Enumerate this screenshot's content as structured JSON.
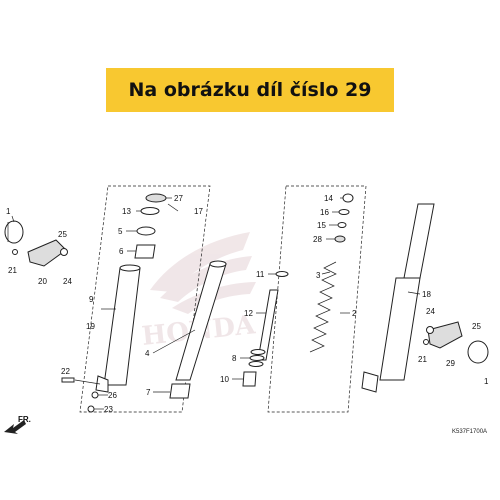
{
  "banner": {
    "text": "Na obrázku díl číslo 29",
    "color": "#f8c830"
  },
  "diagram": {
    "reference_code": "K537F1700A",
    "front_label": "FR.",
    "watermark_text": "HONDA",
    "callouts": [
      "1",
      "2",
      "3",
      "4",
      "5",
      "6",
      "7",
      "8",
      "9",
      "10",
      "11",
      "12",
      "13",
      "14",
      "15",
      "16",
      "17",
      "18",
      "19",
      "20",
      "21",
      "22",
      "23",
      "24",
      "25",
      "26",
      "27",
      "28",
      "29",
      "21",
      "24",
      "25",
      "1"
    ]
  },
  "icons": {
    "front_arrow": "front-arrow-icon",
    "watermark": "honda-wing-logo"
  }
}
